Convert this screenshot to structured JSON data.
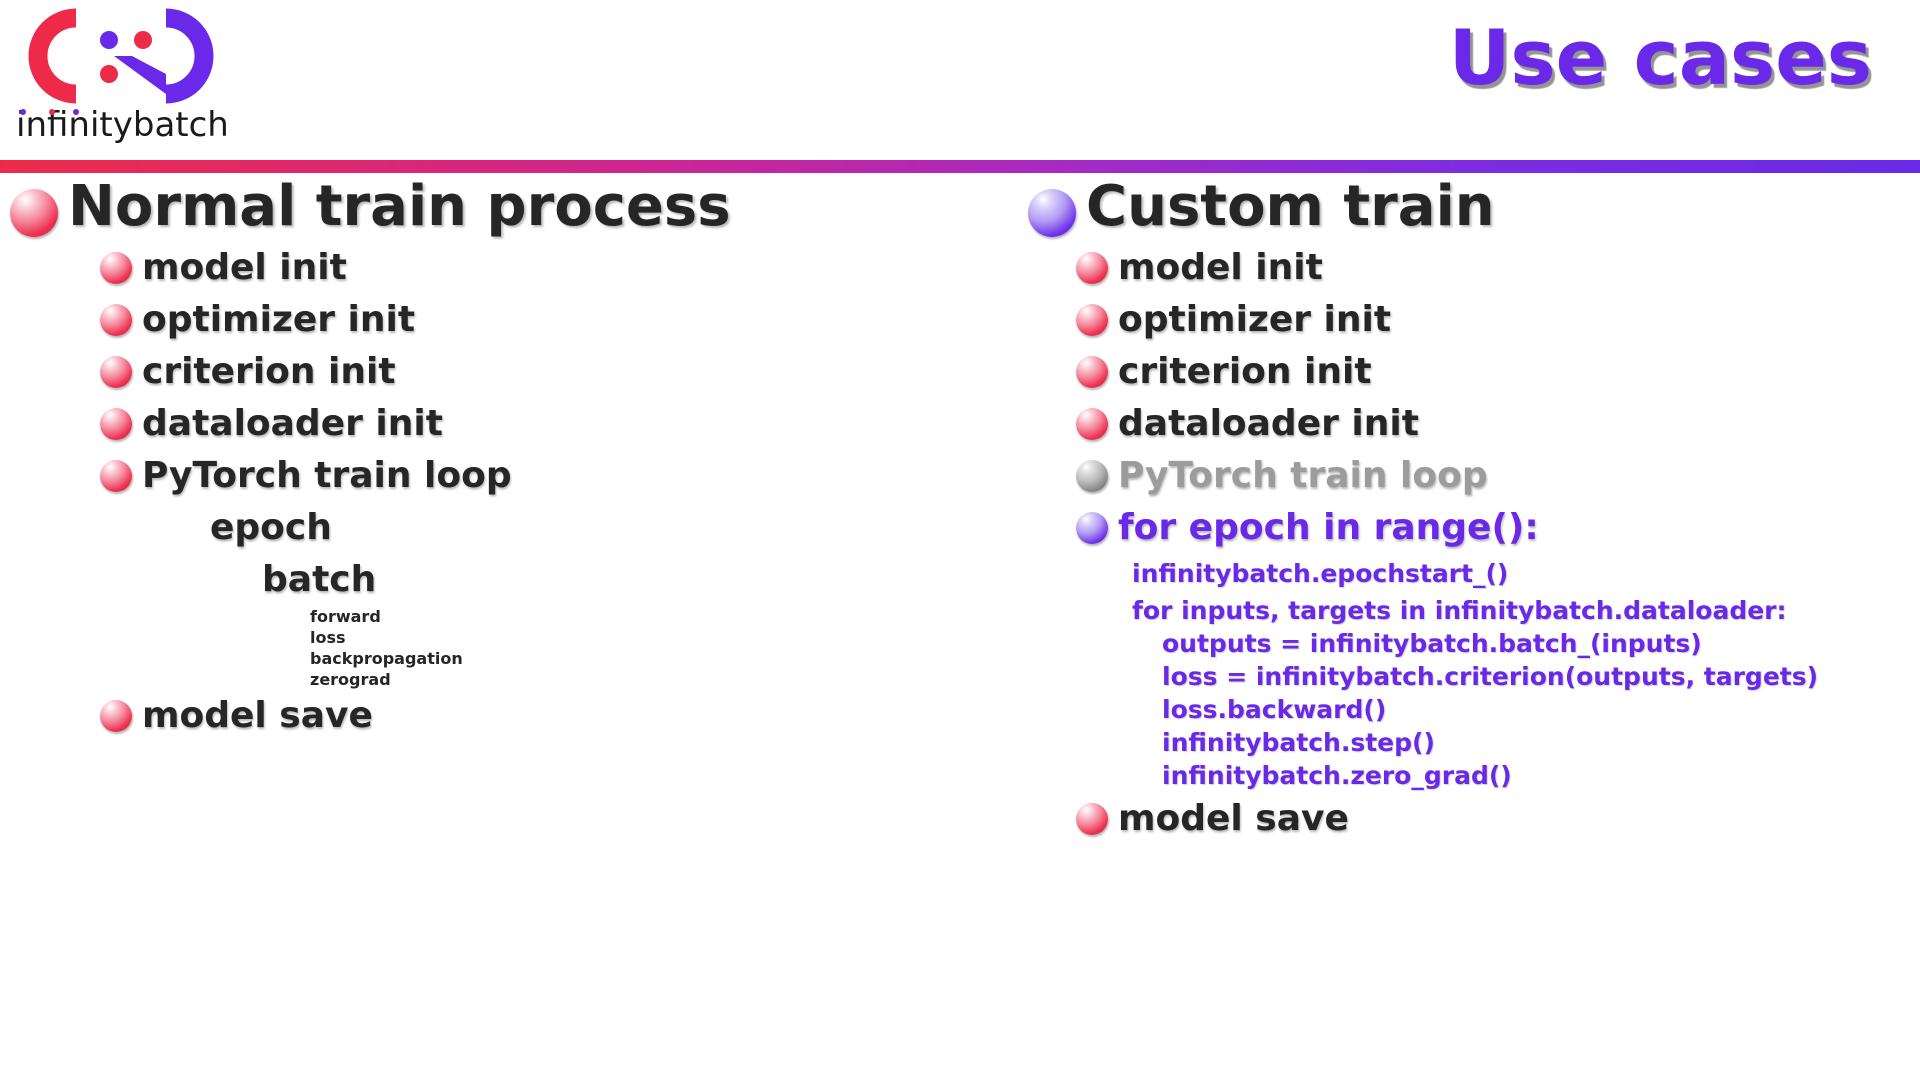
{
  "header": {
    "title": "Use cases",
    "title_color": "#6A29E8",
    "logo": {
      "name": "infinitybatch-logo",
      "wordmark": "infinitybatch",
      "red": "#ED2B49",
      "purple": "#6A29E8"
    },
    "rule": {
      "from_color": "#ED2B49",
      "to_color": "#6A29E8"
    }
  },
  "columns": [
    {
      "id": "normal-train-process",
      "heading": "Normal train process",
      "heading_bullet": "red",
      "items": [
        {
          "text": "model init",
          "level": 1,
          "bullet": "red",
          "style": "normal"
        },
        {
          "text": "optimizer init",
          "level": 1,
          "bullet": "red",
          "style": "normal"
        },
        {
          "text": "criterion init",
          "level": 1,
          "bullet": "red",
          "style": "normal"
        },
        {
          "text": "dataloader init",
          "level": 1,
          "bullet": "red",
          "style": "normal"
        },
        {
          "text": "PyTorch train loop",
          "level": 1,
          "bullet": "red",
          "style": "normal"
        },
        {
          "text": "epoch",
          "level": 2,
          "bullet": "none",
          "style": "normal"
        },
        {
          "text": "batch",
          "level": 3,
          "bullet": "none",
          "style": "normal"
        },
        {
          "text": "forward",
          "level": 4,
          "bullet": "none",
          "style": "normal"
        },
        {
          "text": "loss",
          "level": 4,
          "bullet": "none",
          "style": "normal"
        },
        {
          "text": "backpropagation",
          "level": 4,
          "bullet": "none",
          "style": "normal"
        },
        {
          "text": "zerograd",
          "level": 4,
          "bullet": "none",
          "style": "normal"
        },
        {
          "text": "model save",
          "level": 1,
          "bullet": "red",
          "style": "normal"
        }
      ]
    },
    {
      "id": "custom-train",
      "heading": "Custom train",
      "heading_bullet": "purple",
      "items": [
        {
          "text": "model init",
          "level": 1,
          "bullet": "red",
          "style": "normal"
        },
        {
          "text": "optimizer init",
          "level": 1,
          "bullet": "red",
          "style": "normal"
        },
        {
          "text": "criterion init",
          "level": 1,
          "bullet": "red",
          "style": "normal"
        },
        {
          "text": "dataloader init",
          "level": 1,
          "bullet": "red",
          "style": "normal"
        },
        {
          "text": "PyTorch train loop",
          "level": 1,
          "bullet": "gray",
          "style": "muted"
        },
        {
          "text": "for epoch in range():",
          "level": 1,
          "bullet": "purple",
          "style": "accent"
        },
        {
          "text": "infinitybatch.epochstart_()",
          "level": 2,
          "bullet": "none",
          "style": "code"
        },
        {
          "text": "for inputs, targets in infinitybatch.dataloader:",
          "level": 2,
          "bullet": "none",
          "style": "code"
        },
        {
          "text": "outputs = infinitybatch.batch_(inputs)",
          "level": 3,
          "bullet": "none",
          "style": "code"
        },
        {
          "text": "loss = infinitybatch.criterion(outputs, targets)",
          "level": 3,
          "bullet": "none",
          "style": "code"
        },
        {
          "text": "loss.backward()",
          "level": 3,
          "bullet": "none",
          "style": "code"
        },
        {
          "text": "infinitybatch.step()",
          "level": 3,
          "bullet": "none",
          "style": "code"
        },
        {
          "text": "infinitybatch.zero_grad()",
          "level": 3,
          "bullet": "none",
          "style": "code"
        },
        {
          "text": "model save",
          "level": 1,
          "bullet": "red",
          "style": "normal"
        }
      ]
    }
  ]
}
